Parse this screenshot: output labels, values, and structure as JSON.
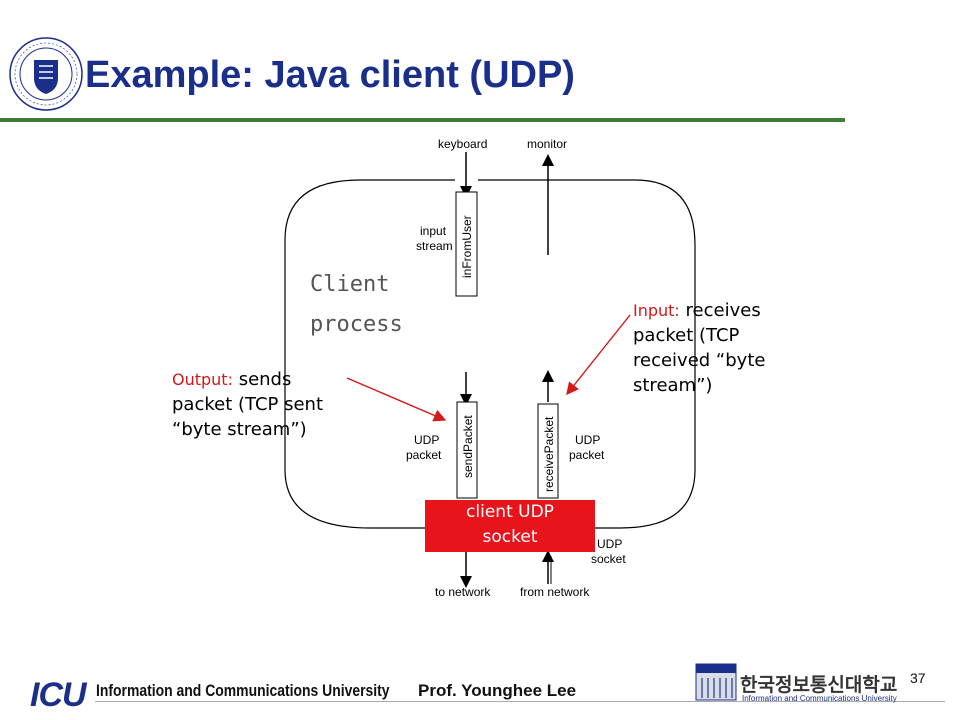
{
  "slide": {
    "title": "Example: Java client (UDP)",
    "page_number": "37"
  },
  "diagram": {
    "keyboard_label": "keyboard",
    "monitor_label": "monitor",
    "input_stream_label_1": "input",
    "input_stream_label_2": "stream",
    "in_from_user": "inFromUser",
    "client_process_1": "Client",
    "client_process_2": "process",
    "send_packet": "sendPacket",
    "receive_packet": "receivePacket",
    "udp_packet_left_1": "UDP",
    "udp_packet_left_2": "packet",
    "udp_packet_right_1": "UDP",
    "udp_packet_right_2": "packet",
    "socket_box_1": "client UDP",
    "socket_box_2": "socket",
    "udp_socket_1": "UDP",
    "udp_socket_2": "socket",
    "to_network": "to network",
    "from_network": "from network"
  },
  "notes": {
    "input": {
      "prefix": "Input:",
      "line1": " receives",
      "line2": "packet (TCP",
      "line3": "received “byte",
      "line4": "stream”)"
    },
    "output": {
      "prefix": "Output:",
      "line1": " sends",
      "line2": "packet (TCP sent",
      "line3": "“byte stream”)"
    }
  },
  "footer": {
    "icu_mark": "ICU",
    "university_name": "Information and Communications University",
    "author": "Prof. Younghee Lee",
    "korean_name": "한국정보통신대학교",
    "korean_sub": "Information and Communications University"
  },
  "colors": {
    "title": "#1a2f8c",
    "rule": "#3f7f3a",
    "socket_box": "#e8141c",
    "annotation": "#d21a1a"
  }
}
